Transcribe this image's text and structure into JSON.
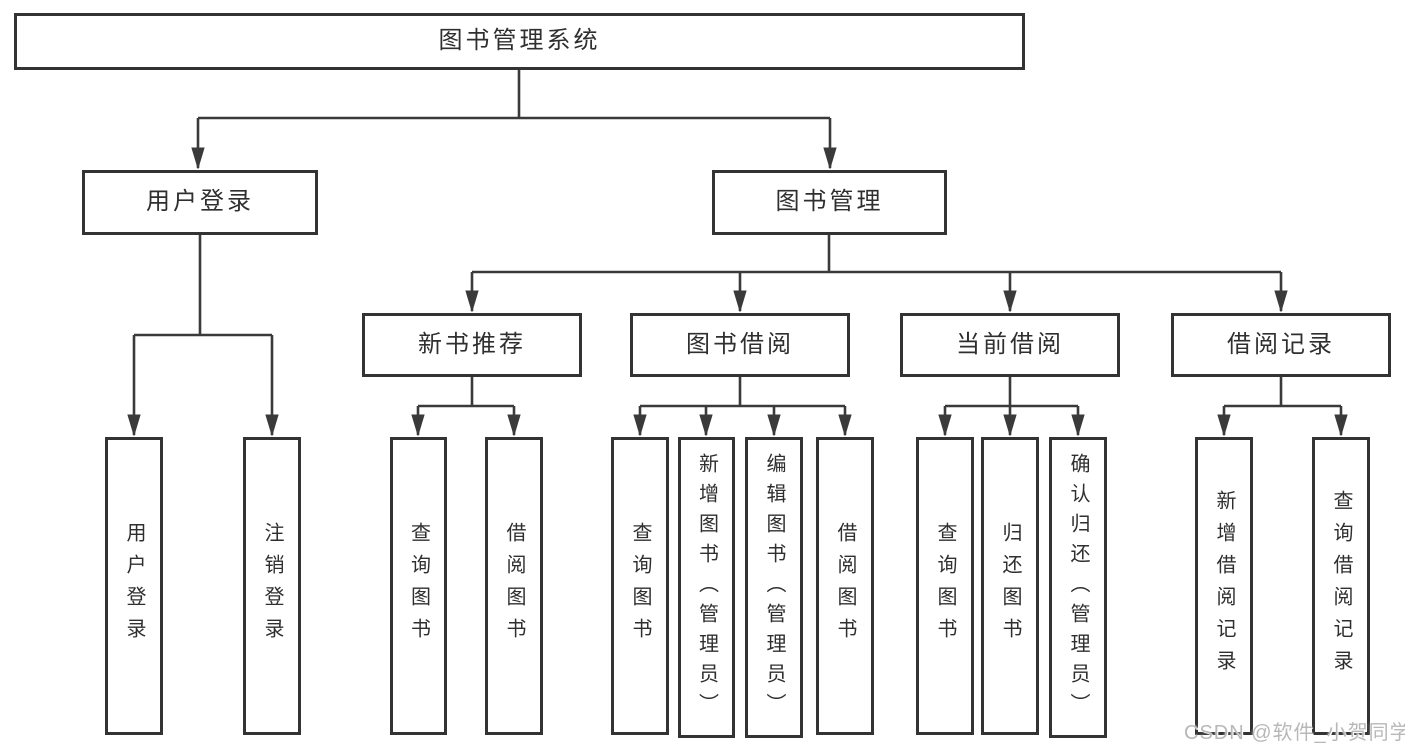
{
  "colors": {
    "line": "#3a3a3a",
    "box_border": "#333333",
    "box_background": "#ffffff",
    "text": "#2f2f2f",
    "watermark": "#b8b8b8"
  },
  "watermark": {
    "text": "CSDN @软件_小贺同学"
  },
  "tree": {
    "root": {
      "label": "图书管理系统"
    },
    "level2": [
      {
        "label": "用户登录",
        "children": [
          "用户登录",
          "注销登录"
        ]
      },
      {
        "label": "图书管理"
      }
    ],
    "level3": [
      {
        "label": "新书推荐",
        "children": [
          "查询图书",
          "借阅图书"
        ]
      },
      {
        "label": "图书借阅",
        "children": [
          "查询图书",
          "新增图书（管理员）",
          "编辑图书（管理员）",
          "借阅图书"
        ]
      },
      {
        "label": "当前借阅",
        "children": [
          "查询图书",
          "归还图书",
          "确认归还（管理员）"
        ]
      },
      {
        "label": "借阅记录",
        "children": [
          "新增借阅记录",
          "查询借阅记录"
        ]
      }
    ]
  }
}
